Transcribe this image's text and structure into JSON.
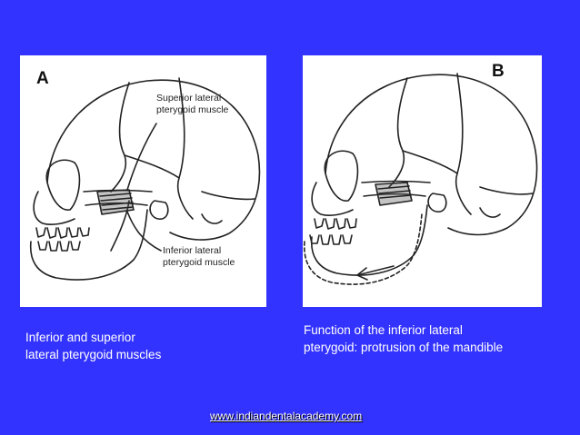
{
  "panel_a": {
    "letter": "A",
    "label_superior": "Superior lateral\npterygoid muscle",
    "label_inferior": "Inferior lateral\npterygoid muscle"
  },
  "panel_b": {
    "letter": "B"
  },
  "captions": {
    "left": "Inferior and superior\nlateral pterygoid muscles",
    "right": "Function of the inferior lateral\npterygoid: protrusion of the mandible"
  },
  "footer": {
    "link_text": "www.indiandentalacademy.com"
  },
  "colors": {
    "background": "#3333ff",
    "panel": "#ffffff",
    "line": "#222222",
    "text_light": "#ffffff"
  }
}
